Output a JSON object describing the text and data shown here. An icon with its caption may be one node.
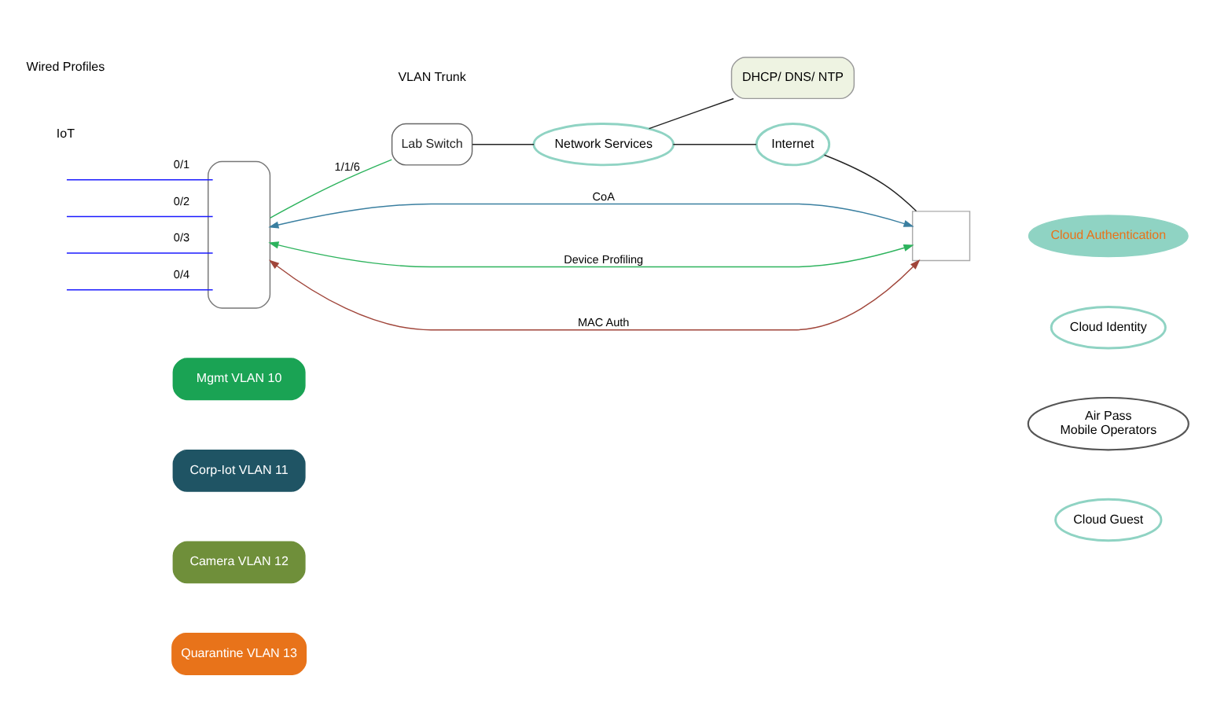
{
  "diagram": {
    "nodes": [
      {
        "text": [],
        "shape": "box"
      },
      {
        "text": [
          "Lab Switch"
        ]
      },
      {
        "text": [
          "Network Services"
        ]
      },
      {
        "text": [
          "DHCP/ DNS/ NTP"
        ]
      },
      {
        "text": [
          "Internet"
        ]
      },
      {
        "text": [],
        "shape": "box"
      },
      {
        "text": [
          "Cloud Authentication"
        ]
      },
      {
        "text": [
          "Cloud Identity"
        ]
      },
      {
        "text": [
          "Air Pass",
          "Mobile Operators"
        ]
      },
      {
        "text": [
          "Cloud Guest"
        ]
      }
    ],
    "edges": [
      {
        "from": 0,
        "to": 5,
        "arrow": "both",
        "label": "CoA",
        "color": "#3a7fa0"
      },
      {
        "from": 0,
        "to": 5,
        "arrow": "both",
        "label": "Device Profiling",
        "color": "#2db35d"
      },
      {
        "from": 0,
        "to": 5,
        "arrow": "both",
        "label": "MAC Auth",
        "color": "#a0453a"
      },
      {
        "from": null,
        "to": 0,
        "arrow": "none",
        "label": "0/1",
        "color": "#1a1aff"
      },
      {
        "from": null,
        "to": 0,
        "arrow": "none",
        "label": "0/2",
        "color": "#1a1aff"
      },
      {
        "from": null,
        "to": 0,
        "arrow": "none",
        "label": "0/3",
        "color": "#1a1aff"
      },
      {
        "from": null,
        "to": 0,
        "arrow": "none",
        "label": "0/4",
        "color": "#1a1aff"
      },
      {
        "from": 0,
        "to": 1,
        "arrow": "none",
        "label": "1/1/6",
        "color": "#2db35d"
      },
      {
        "from": 1,
        "to": 2,
        "arrow": "none",
        "color": "#222222"
      },
      {
        "from": 2,
        "to": 3,
        "arrow": "none",
        "color": "#222222"
      },
      {
        "from": 2,
        "to": 4,
        "arrow": "none",
        "color": "#222222"
      },
      {
        "from": 4,
        "to": 5,
        "arrow": "none",
        "color": "#222222"
      }
    ],
    "labels": [
      "IoT",
      "Wired Profiles",
      "VLAN Trunk"
    ],
    "legend": [
      {
        "text": "Mgmt VLAN 10",
        "color": "#1aa354"
      },
      {
        "text": "Corp-Iot VLAN 11",
        "color": "#1f5464"
      },
      {
        "text": "Camera VLAN 12",
        "color": "#6f8f3a"
      },
      {
        "text": "Quarantine VLAN 13",
        "color": "#e8731a"
      }
    ]
  }
}
